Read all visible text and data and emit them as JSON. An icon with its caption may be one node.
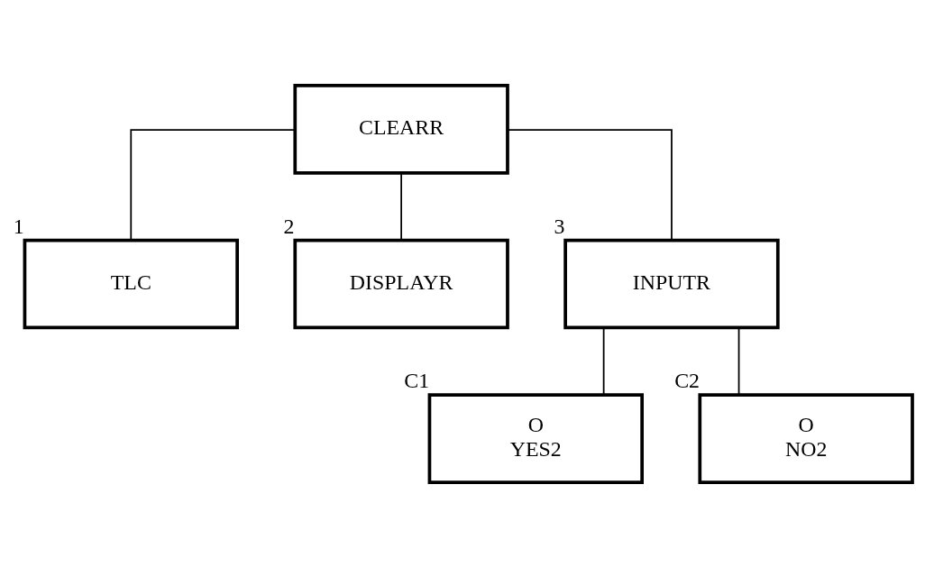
{
  "diagram": {
    "nodes": [
      {
        "text": [
          "CLEARR"
        ]
      },
      {
        "text": [
          "TLC"
        ],
        "beside": [
          "1"
        ]
      },
      {
        "text": [
          "DISPLAYR"
        ],
        "beside": [
          "2"
        ]
      },
      {
        "text": [
          "INPUTR"
        ],
        "beside": [
          "3"
        ]
      },
      {
        "text": [
          "O",
          "YES2"
        ],
        "beside": [
          "C1"
        ]
      },
      {
        "text": [
          "O",
          "NO2"
        ],
        "beside": [
          "C2"
        ]
      }
    ],
    "edges": [
      {
        "from": 0,
        "to": 1,
        "arrow": "none"
      },
      {
        "from": 0,
        "to": 2,
        "arrow": "none"
      },
      {
        "from": 0,
        "to": 3,
        "arrow": "none"
      },
      {
        "from": 3,
        "to": 4,
        "arrow": "none"
      },
      {
        "from": 3,
        "to": 5,
        "arrow": "none"
      }
    ]
  }
}
